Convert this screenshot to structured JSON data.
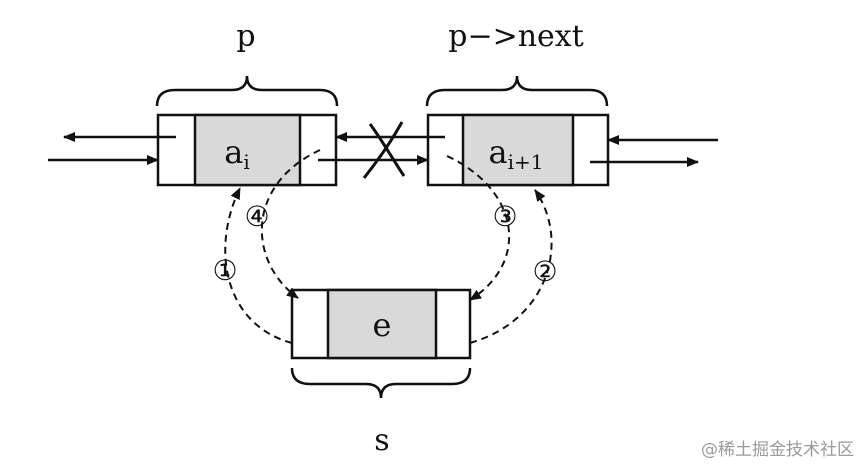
{
  "labels": {
    "top_left": "p",
    "top_right": "p−>next",
    "bottom": "s"
  },
  "nodes": {
    "left": {
      "base": "a",
      "sub": "i"
    },
    "right": {
      "base": "a",
      "sub": "i+1"
    },
    "bottom": {
      "base": "e"
    }
  },
  "steps": {
    "one": "①",
    "two": "②",
    "three": "③",
    "four": "④"
  },
  "watermark": "@稀土掘金技术社区",
  "colors": {
    "data_fill": "#d9d9d9",
    "stroke": "#111111",
    "watermark": "#9a9a9a"
  }
}
